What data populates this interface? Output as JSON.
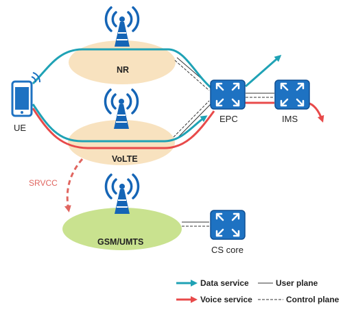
{
  "colors": {
    "data_service": "#1fa2b5",
    "voice_service": "#e84a4a",
    "nr_cell": "#f8e2bf",
    "volte_cell": "#f8e2bf",
    "gsm_cell": "#c9e28f",
    "node_fill": "#1e72c2",
    "srvcc": "#e0655f",
    "tower": "#1565b6"
  },
  "nodes": {
    "ue": "UE",
    "nr": "NR",
    "volte": "VoLTE",
    "gsm": "GSM/UMTS",
    "epc": "EPC",
    "ims": "IMS",
    "cs_core": "CS core"
  },
  "annotations": {
    "srvcc": "SRVCC"
  },
  "legend": {
    "data_service": "Data service",
    "voice_service": "Voice service",
    "user_plane": "User plane",
    "control_plane": "Control plane"
  },
  "icons": [
    "phone-icon",
    "antenna-tower-icon",
    "router-icon"
  ]
}
